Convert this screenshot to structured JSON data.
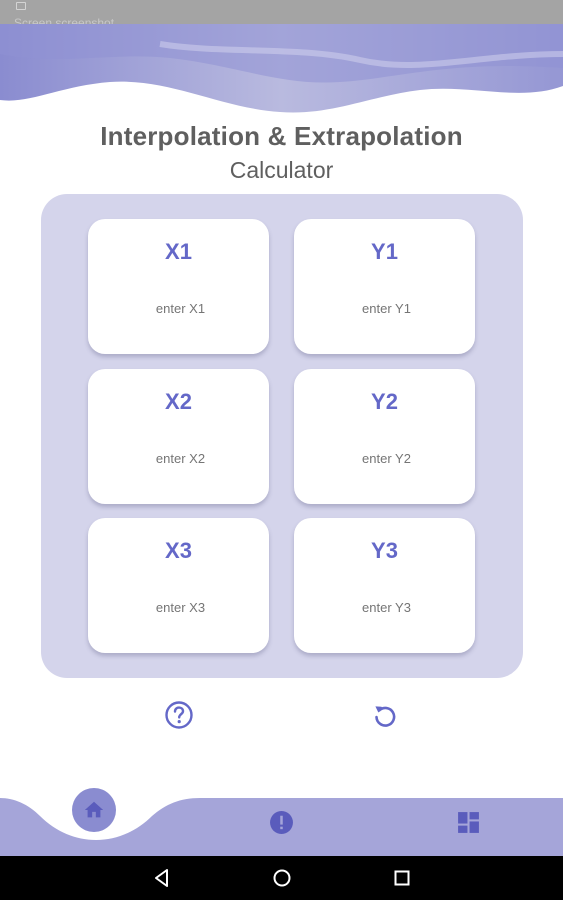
{
  "status_bar": {
    "notification_text": "Screen screenshot"
  },
  "header": {
    "title": "Interpolation & Extrapolation",
    "subtitle": "Calculator"
  },
  "inputs": [
    {
      "label": "X1",
      "placeholder": "enter X1",
      "value": ""
    },
    {
      "label": "Y1",
      "placeholder": "enter Y1",
      "value": ""
    },
    {
      "label": "X2",
      "placeholder": "enter X2",
      "value": ""
    },
    {
      "label": "Y2",
      "placeholder": "enter Y2",
      "value": ""
    },
    {
      "label": "X3",
      "placeholder": "enter X3",
      "value": ""
    },
    {
      "label": "Y3",
      "placeholder": "enter Y3",
      "value": ""
    }
  ],
  "actions": {
    "help_icon": "help-circle-icon",
    "reset_icon": "refresh-icon"
  },
  "bottom_nav": {
    "items": [
      {
        "icon": "home-icon",
        "active": true
      },
      {
        "icon": "alert-circle-icon",
        "active": false
      },
      {
        "icon": "dashboard-icon",
        "active": false
      }
    ]
  },
  "system_nav": {
    "back": "back-icon",
    "home": "home-circle-icon",
    "recents": "recents-icon"
  },
  "colors": {
    "accent": "#6468c8",
    "panel": "#d4d4eb",
    "nav_bar": "#a5a5d9",
    "wave_light": "#c9c9ea",
    "wave_dark": "#8c8ed2",
    "text": "#5f5f5f"
  }
}
